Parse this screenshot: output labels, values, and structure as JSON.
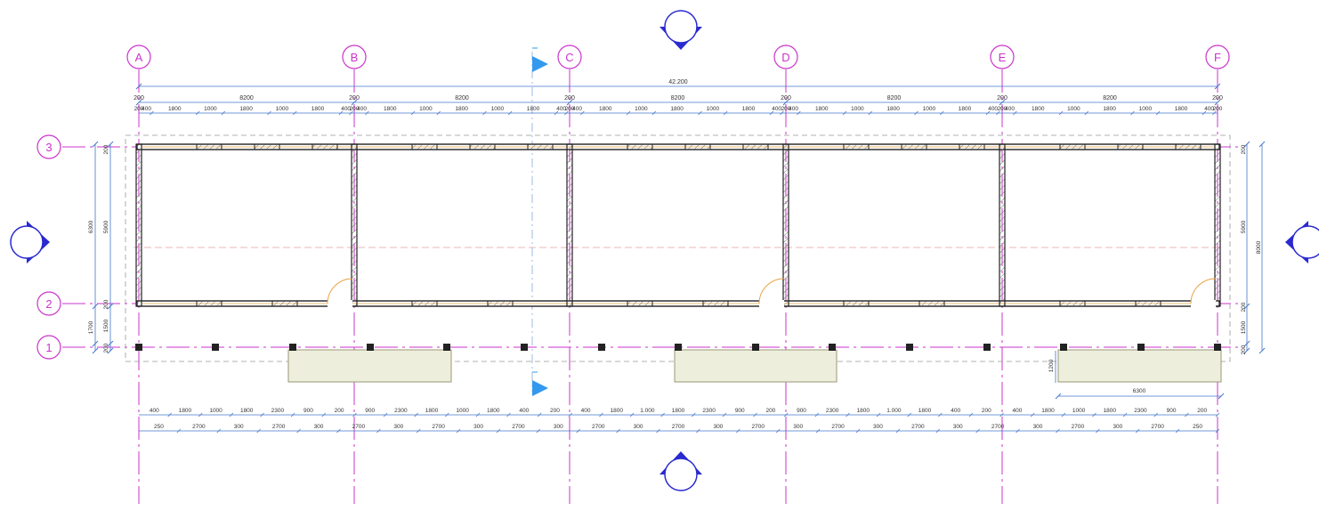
{
  "grid_columns": [
    "A",
    "B",
    "C",
    "D",
    "E",
    "F"
  ],
  "grid_rows": [
    "3",
    "2",
    "1"
  ],
  "overall_dimension": "42.200",
  "top_dims_row1": [
    "200",
    "8200",
    "200",
    "8200",
    "200",
    "8200",
    "200",
    "8200",
    "200",
    "8200",
    "200"
  ],
  "top_dims_row2": [
    "200",
    "400",
    "1800",
    "1000",
    "1800",
    "1000",
    "1800",
    "400",
    "200",
    "400",
    "1800",
    "1000",
    "1800",
    "1000",
    "1800",
    "400",
    "200",
    "400",
    "1800",
    "1000",
    "1800",
    "1000",
    "1800",
    "400",
    "200",
    "400",
    "1800",
    "1000",
    "1800",
    "1000",
    "1800",
    "400",
    "200",
    "400",
    "1800",
    "1000",
    "1800",
    "1000",
    "1800",
    "400",
    "200"
  ],
  "left_dims": {
    "d6300": "6300",
    "d5900": "5900",
    "d200a": "200",
    "d200b": "200",
    "d1700": "1700",
    "d1500": "1500",
    "d200c": "200"
  },
  "right_dims": {
    "d200a": "200",
    "d5900": "5900",
    "d8000": "8000",
    "d200b": "200",
    "d1500": "1500",
    "d200c": "200"
  },
  "canopy_dims": {
    "depth": "1200",
    "width": "6300"
  },
  "bottom_dims_row1": [
    "400",
    "1800",
    "1000",
    "1800",
    "2300",
    "900",
    "200",
    "900",
    "2300",
    "1800",
    "1000",
    "1800",
    "400",
    "200",
    "400",
    "1800",
    "1.000",
    "1800",
    "2300",
    "900",
    "200",
    "900",
    "2300",
    "1800",
    "1.000",
    "1800",
    "400",
    "200",
    "400",
    "1800",
    "1000",
    "1800",
    "2300",
    "900",
    "200"
  ],
  "bottom_dims_row2": [
    "250",
    "2700",
    "300",
    "2700",
    "300",
    "2700",
    "300",
    "2700",
    "300",
    "2700",
    "300",
    "2700",
    "300",
    "2700",
    "300",
    "2700",
    "300",
    "2700",
    "300",
    "2700",
    "300",
    "2700",
    "300",
    "2700",
    "300",
    "2700",
    "250"
  ],
  "colors": {
    "grid": "#cc33cc",
    "dimension": "#4477cc",
    "wall": "#222222",
    "accent_wall": "#e8a040",
    "canopy_fill": "#eeeedd",
    "section_marker": "#3399ee",
    "elevation_marker": "#2a2ad0"
  }
}
